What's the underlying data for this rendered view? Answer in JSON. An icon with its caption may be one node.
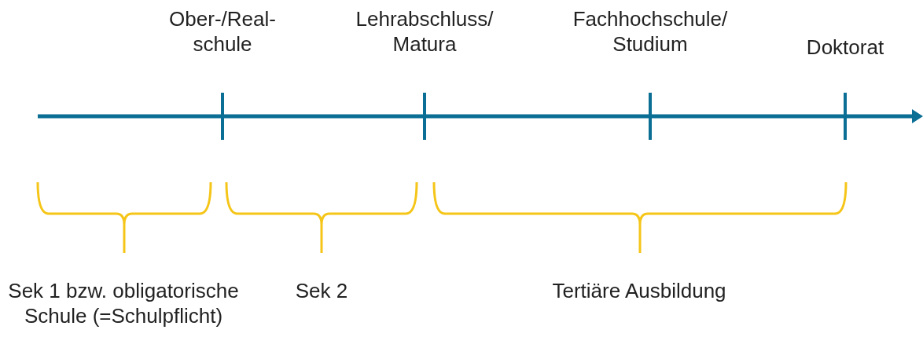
{
  "diagram": {
    "labels": [
      "Ober-/Real- schule",
      "Lehrabschluss/ Matura",
      "Fachhochschule/ Studium",
      "Doktorat",
      "Sek 1 bzw. obligatorische Schule (=Schulpflicht)",
      "Sek 2",
      "Tertiäre Ausbildung"
    ]
  }
}
